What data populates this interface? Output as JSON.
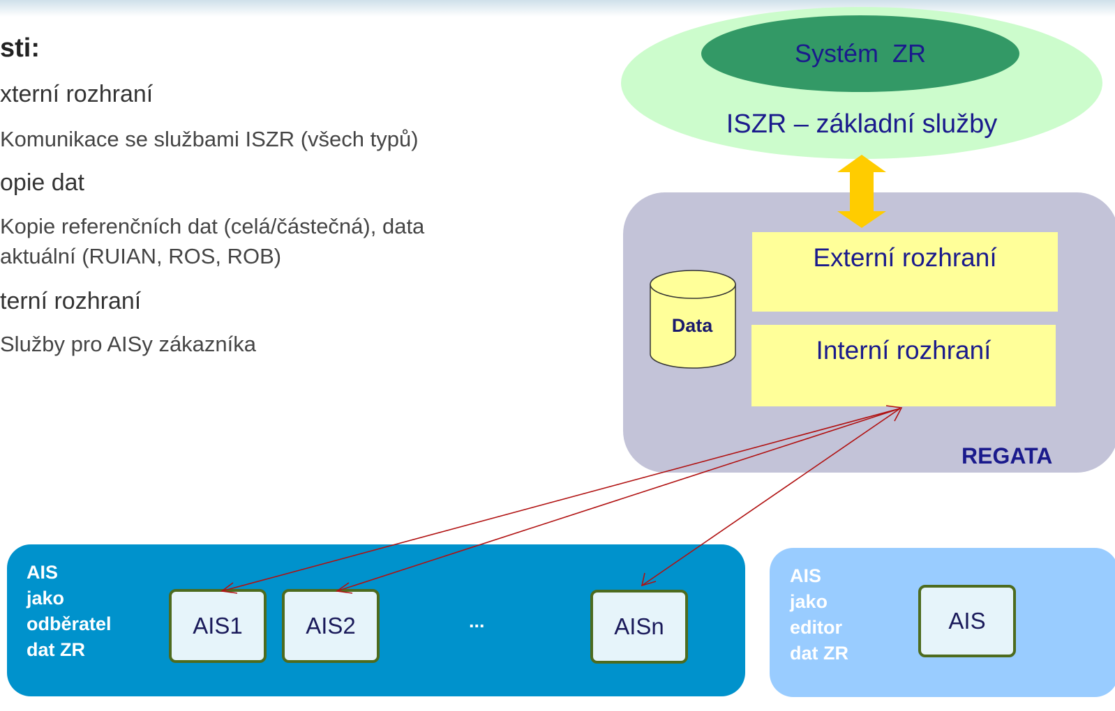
{
  "left_text": {
    "heading": "sti:",
    "items": [
      {
        "label": "xterní rozhraní",
        "sub": [
          "Komunikace se službami ISZR (všech typů)"
        ]
      },
      {
        "label": "opie dat",
        "sub": [
          "Kopie referenčních dat (celá/částečná), data",
          "aktuální (RUIAN, ROS, ROB)"
        ]
      },
      {
        "label": "terní rozhraní",
        "sub": [
          "Služby pro AISy zákazníka"
        ]
      }
    ]
  },
  "diagram": {
    "system_zr": "Systém  ZR",
    "iszr": "ISZR – základní služby",
    "external_interface": "Externí rozhraní",
    "internal_interface": "Interní rozhraní",
    "data": "Data",
    "regata": "REGATA",
    "consumer_panel": {
      "label_lines": [
        "AIS",
        "jako",
        "odběratel",
        "dat ZR"
      ],
      "ais": [
        "AIS1",
        "AIS2",
        "AISn"
      ],
      "ellipsis": "..."
    },
    "editor_panel": {
      "label_lines": [
        "AIS",
        "jako",
        "editor",
        "dat ZR"
      ],
      "ais": "AIS"
    },
    "colors": {
      "outer_ellipse": "#ccfccc",
      "inner_ellipse": "#339966",
      "regata_bg": "#c3c3d8",
      "interface_box": "#ffff99",
      "arrow_yellow": "#ffcc00",
      "connector_red": "#b01010",
      "consumer_panel": "#0092cc",
      "editor_panel": "#99ccff",
      "ais_border": "#4d6b1e"
    }
  }
}
